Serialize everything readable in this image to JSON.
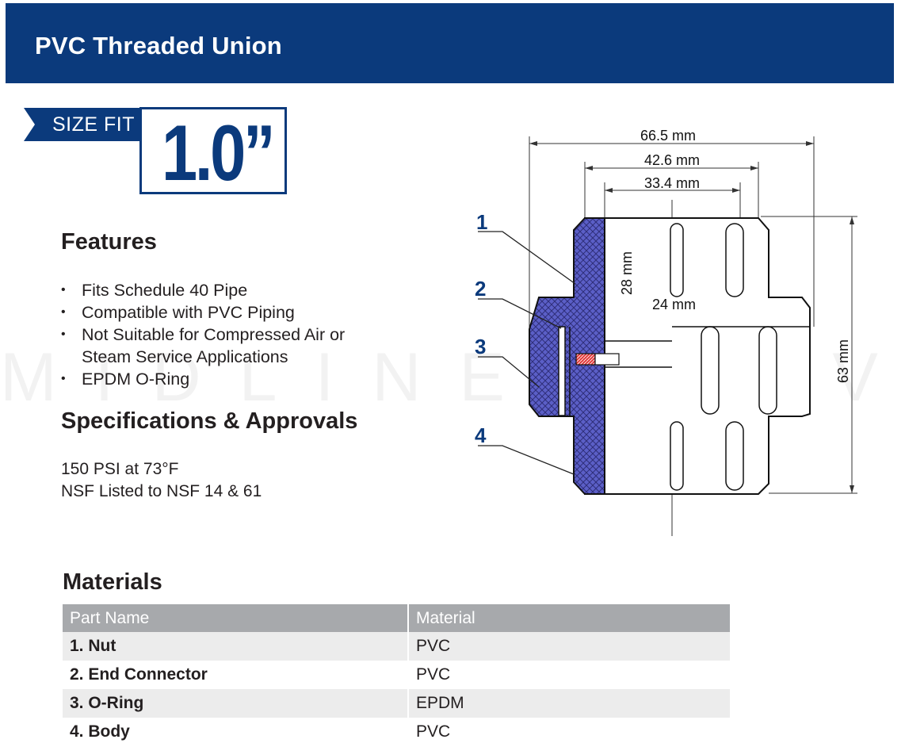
{
  "header": {
    "title": "PVC Threaded Union"
  },
  "size": {
    "label": "SIZE FIT",
    "value": "1.0”"
  },
  "features": {
    "heading": "Features",
    "items": [
      "Fits Schedule 40 Pipe",
      "Compatible with PVC Piping",
      "Not Suitable for Compressed Air or",
      "Steam Service  Applications",
      "EPDM O-Ring"
    ]
  },
  "specs": {
    "heading": "Specifications & Approvals",
    "lines": [
      "150 PSI at 73°F",
      "NSF Listed to NSF 14 & 61"
    ]
  },
  "diagram": {
    "dimensions": {
      "overall_length": "66.5 mm",
      "mid_length": "42.6 mm",
      "inner_length": "33.4 mm",
      "socket_depth": "28 mm",
      "bore": "24 mm",
      "height": "63 mm"
    },
    "callouts": [
      "1",
      "2",
      "3",
      "4"
    ],
    "colors": {
      "brand": "#0b3a7c",
      "section": "#5b5fc7",
      "oring": "#e23a3a"
    }
  },
  "watermark": "MIDLINE VALVES",
  "materials": {
    "heading": "Materials",
    "columns": [
      "Part Name",
      "Material"
    ],
    "rows": [
      {
        "part": "1. Nut",
        "material": "PVC"
      },
      {
        "part": "2. End Connector",
        "material": "PVC"
      },
      {
        "part": "3. O-Ring",
        "material": "EPDM"
      },
      {
        "part": "4. Body",
        "material": "PVC"
      }
    ]
  }
}
